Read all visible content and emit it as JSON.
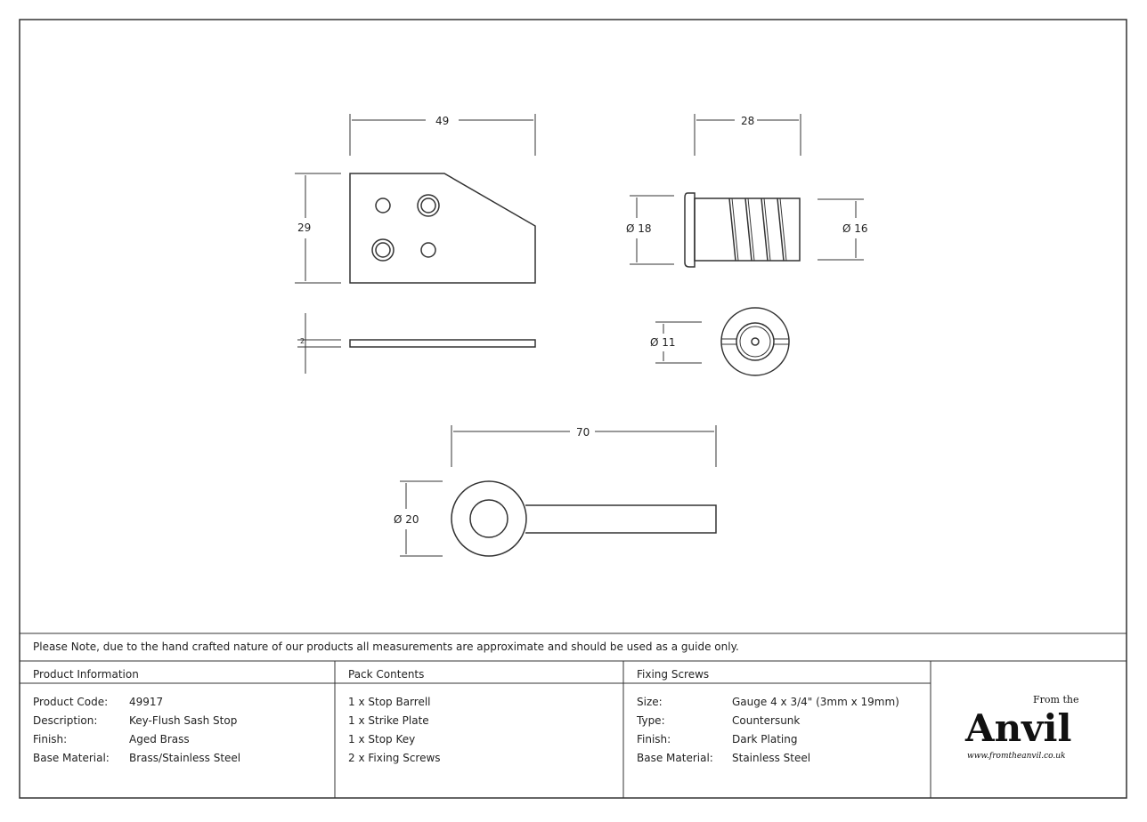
{
  "dimensions": {
    "plate_width": "49",
    "plate_height": "29",
    "plate_thickness": "2",
    "barrel_length": "28",
    "barrel_flange_diameter": "Ø 18",
    "barrel_thread_diameter": "Ø 16",
    "barrel_end_diameter": "Ø 11",
    "key_length": "70",
    "key_head_diameter": "Ø 20"
  },
  "note": "Please Note, due to the hand crafted nature of our products all measurements are approximate and should be used as a guide only.",
  "product_information": {
    "title": "Product Information",
    "rows": [
      {
        "label": "Product Code:",
        "value": "49917"
      },
      {
        "label": "Description:",
        "value": "Key-Flush Sash Stop"
      },
      {
        "label": "Finish:",
        "value": "Aged Brass"
      },
      {
        "label": "Base Material:",
        "value": "Brass/Stainless Steel"
      }
    ]
  },
  "pack_contents": {
    "title": "Pack Contents",
    "items": [
      "1 x Stop Barrell",
      "1 x Strike Plate",
      "1 x Stop Key",
      "2 x Fixing Screws"
    ]
  },
  "fixing_screws": {
    "title": "Fixing Screws",
    "rows": [
      {
        "label": "Size:",
        "value": "Gauge 4 x 3/4\" (3mm x 19mm)"
      },
      {
        "label": "Type:",
        "value": "Countersunk"
      },
      {
        "label": "Finish:",
        "value": "Dark Plating"
      },
      {
        "label": "Base Material:",
        "value": "Stainless Steel"
      }
    ]
  },
  "logo": {
    "small": "From the",
    "brand": "Anvil",
    "url": "www.fromtheanvil.co.uk"
  }
}
